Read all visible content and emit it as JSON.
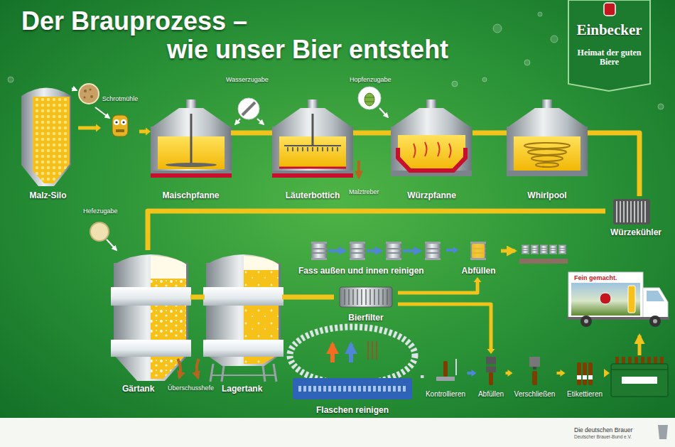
{
  "diagram": {
    "title": "Der Brauprozess – wie unser Bier entsteht",
    "nodes": [
      {
        "text": [
          "Einbecker",
          "Heimat der guten Biere"
        ]
      },
      {
        "text": [
          "Malz-Silo"
        ]
      },
      {
        "text": [
          "Schrotmühle"
        ]
      },
      {
        "text": [
          "Maischpfanne"
        ]
      },
      {
        "text": [
          "Läuterbottich"
        ]
      },
      {
        "text": [
          "Würzpfanne"
        ]
      },
      {
        "text": [
          "Whirlpool"
        ]
      },
      {
        "text": [
          "Würzekühler"
        ]
      },
      {
        "text": [
          "Gärtank"
        ]
      },
      {
        "text": [
          "Lagertank"
        ]
      },
      {
        "text": [
          "Bierfilter"
        ]
      },
      {
        "text": [
          "Fass außen und innen reinigen"
        ]
      },
      {
        "text": [
          "Abfüllen"
        ]
      },
      {
        "text": [
          "Flaschen reinigen"
        ]
      },
      {
        "text": [
          "Kontrollieren"
        ]
      },
      {
        "text": [
          "Abfüllen"
        ]
      },
      {
        "text": [
          "Verschließen"
        ]
      },
      {
        "text": [
          "Etikettieren"
        ]
      },
      {
        "text": [
          "Die deutschen Brauer",
          "Deutscher Brauer-Bund e.V."
        ]
      }
    ],
    "edges": [
      {
        "from": 1,
        "to": 2,
        "arrow": "to"
      },
      {
        "from": 2,
        "to": 3,
        "arrow": "to"
      },
      {
        "from": 3,
        "to": 4,
        "arrow": "none"
      },
      {
        "from": 4,
        "to": 5,
        "arrow": "none"
      },
      {
        "from": 5,
        "to": 6,
        "arrow": "none"
      },
      {
        "from": 6,
        "to": 7,
        "arrow": "none"
      },
      {
        "from": 7,
        "to": 8,
        "arrow": "none"
      },
      {
        "from": 8,
        "to": 9,
        "arrow": "none"
      },
      {
        "from": 9,
        "to": 10,
        "arrow": "none"
      },
      {
        "from": 10,
        "to": 12,
        "arrow": "to"
      },
      {
        "from": 10,
        "to": 15,
        "arrow": "to"
      },
      {
        "from": 11,
        "to": 12,
        "arrow": "to"
      },
      {
        "from": 13,
        "to": 14,
        "arrow": "none"
      },
      {
        "from": 14,
        "to": 15,
        "arrow": "to"
      },
      {
        "from": 15,
        "to": 16,
        "arrow": "to"
      },
      {
        "from": 16,
        "to": 17,
        "arrow": "to"
      }
    ],
    "labels": [
      "Wasserzugabe",
      "Hopfenzugabe",
      "Malztreber",
      "Hefezugabe",
      "Überschusshefe",
      "Fein gemacht."
    ]
  }
}
